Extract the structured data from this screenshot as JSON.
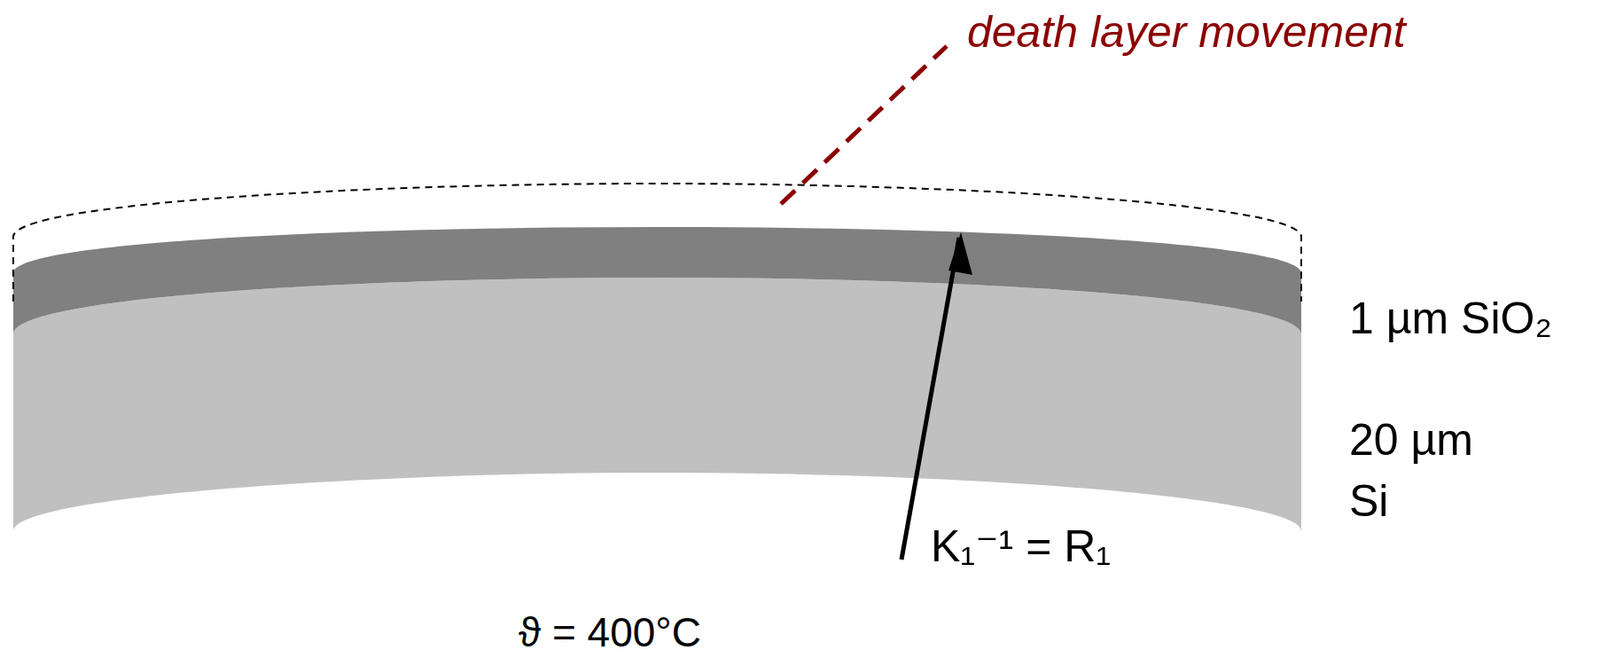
{
  "diagram": {
    "labels": [
      "death layer movement",
      "1 µm SiO₂",
      "20 µm Si",
      "K₁⁻¹ = R₁",
      "ϑ = 400°C"
    ]
  }
}
